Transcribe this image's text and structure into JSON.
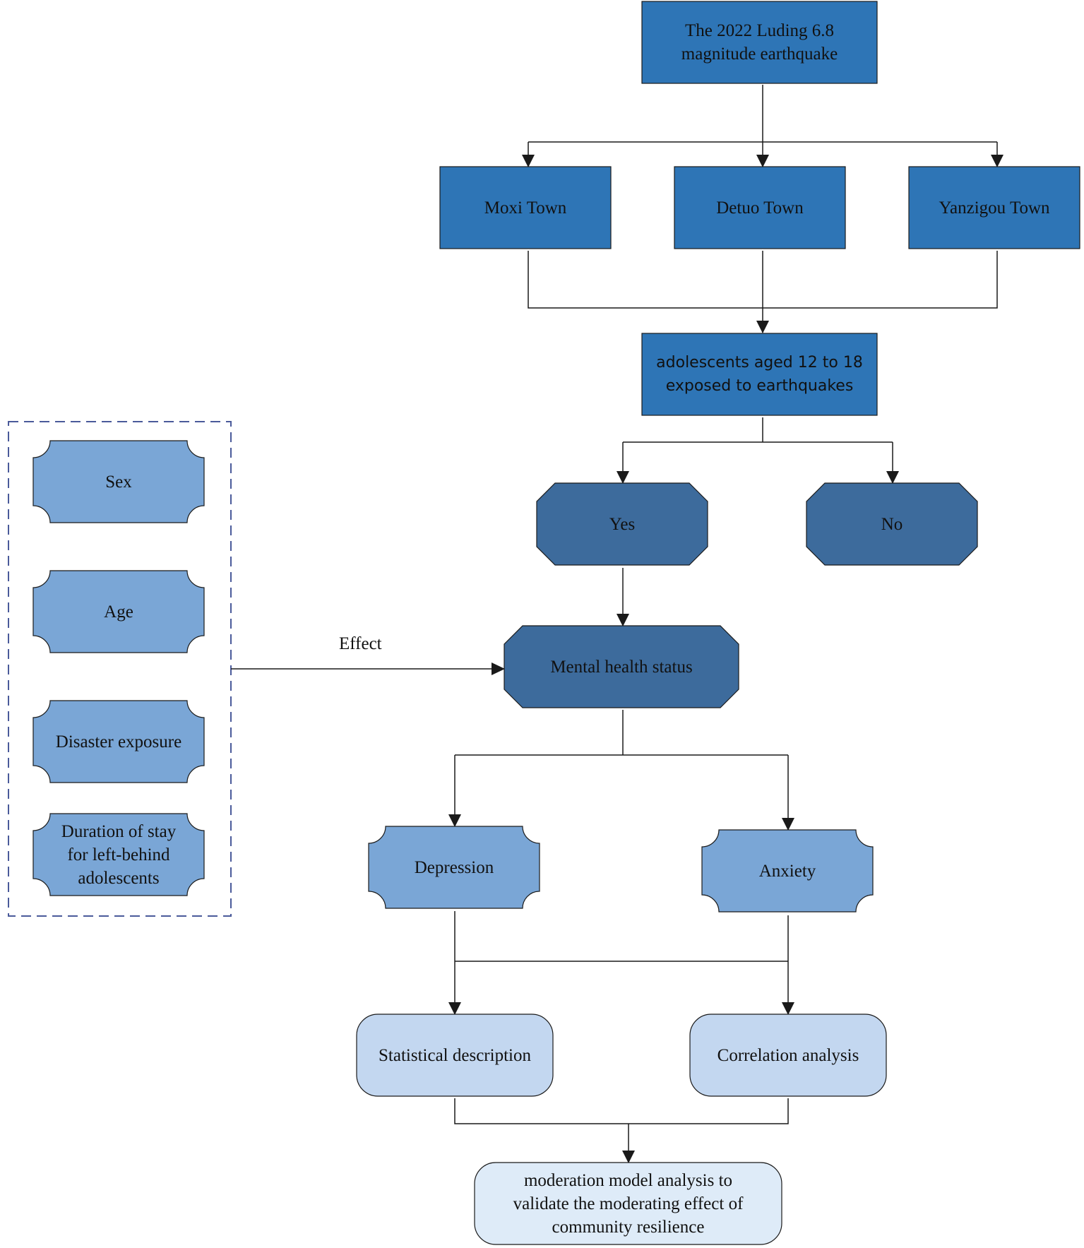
{
  "colors": {
    "primary_box": "#2e75b6",
    "dark_octagon": "#3d6b9c",
    "mid_shape": "#7aa6d6",
    "light_rounded": "#c3d7f0",
    "lightest_rounded": "#deebf8",
    "line": "#1a1a1a",
    "dashed_border": "#4a5a9a"
  },
  "nodes": {
    "earthquake": "The 2022 Luding 6.8\nmagnitude earthquake",
    "moxi": "Moxi Town",
    "detuo": "Detuo Town",
    "yanzigou": "Yanzigou Town",
    "adolescents": "adolescents aged 12 to 18\nexposed to earthquakes",
    "yes": "Yes",
    "no": "No",
    "mental_health": "Mental health status",
    "depression": "Depression",
    "anxiety": "Anxiety",
    "statistical": "Statistical description",
    "correlation": "Correlation analysis",
    "moderation": "moderation model analysis to\nvalidate the moderating effect of\ncommunity resilience"
  },
  "factors": {
    "sex": "Sex",
    "age": "Age",
    "disaster_exposure": "Disaster exposure",
    "duration": "Duration of stay\nfor left-behind\nadolescents"
  },
  "edge_labels": {
    "effect": "Effect"
  }
}
